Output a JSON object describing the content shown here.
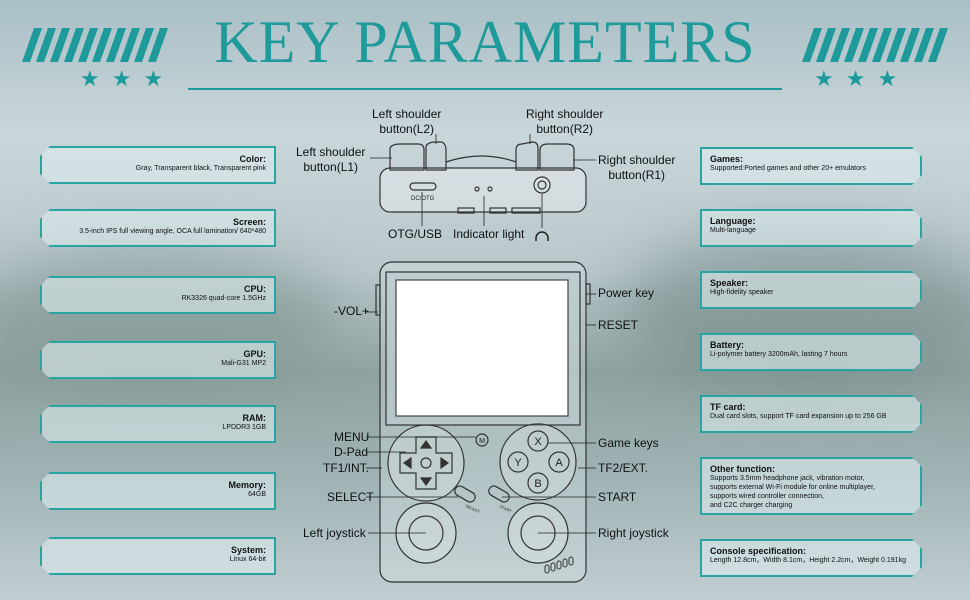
{
  "title": "KEY PARAMETERS",
  "colors": {
    "accent": "#1f9a9a"
  },
  "left_specs": [
    {
      "label": "Color:",
      "value": "Gray, Transparent black, Transparent pink"
    },
    {
      "label": "Screen:",
      "value": "3.5-inch IPS full viewing angle, OCA full lamination/ 640*480"
    },
    {
      "label": "CPU:",
      "value": "RK3326 quad-core 1.5GHz"
    },
    {
      "label": "GPU:",
      "value": "Mali-G31 MP2"
    },
    {
      "label": "RAM:",
      "value": "LPDDR3 1GB"
    },
    {
      "label": "Memory:",
      "value": "64GB"
    },
    {
      "label": "System:",
      "value": "Linux 64-bit"
    }
  ],
  "right_specs": [
    {
      "label": "Games:",
      "value": "Supported:Ported games and other 20+ emulators"
    },
    {
      "label": "Language:",
      "value": "Multi-language"
    },
    {
      "label": "Speaker:",
      "value": "High-fidelity speaker"
    },
    {
      "label": "Battery:",
      "value": "Li-polymer battery 3200mAh, lasting 7 hours"
    },
    {
      "label": "TF card:",
      "value": "Dual card slots, support TF card expansion up to 256 GB"
    },
    {
      "label": "Other function:",
      "lines": [
        "Supports 3.5mm headphone jack, vibration motor,",
        "supports external Wi-Fi module for online multiplayer,",
        "supports wired controller connection,",
        "and C2C charger charging"
      ]
    },
    {
      "label": "Console specification:",
      "value": "Length 12.8cm，Width 8.1cm，Height 2.2cm，Weight 0.191kg"
    }
  ],
  "device_labels": {
    "l2": "Left shoulder\nbutton(L2)",
    "r2": "Right shoulder\nbutton(R2)",
    "l1": "Left shoulder\nbutton(L1)",
    "r1": "Right shoulder\nbutton(R1)",
    "otg": "OTG/USB",
    "indicator": "Indicator light",
    "dcotg": "DC/OTG",
    "vol": "-VOL+",
    "power": "Power key",
    "reset": "RESET",
    "menu": "MENU",
    "dpad": "D-Pad",
    "tf1": "TF1/INT.",
    "select": "SELECT",
    "left_joystick": "Left joystick",
    "game_keys": "Game keys",
    "tf2": "TF2/EXT.",
    "start": "START",
    "right_joystick": "Right joystick",
    "btn_x": "X",
    "btn_y": "Y",
    "btn_a": "A",
    "btn_b": "B",
    "btn_m": "M",
    "select_small": "SELECT",
    "start_small": "START"
  }
}
